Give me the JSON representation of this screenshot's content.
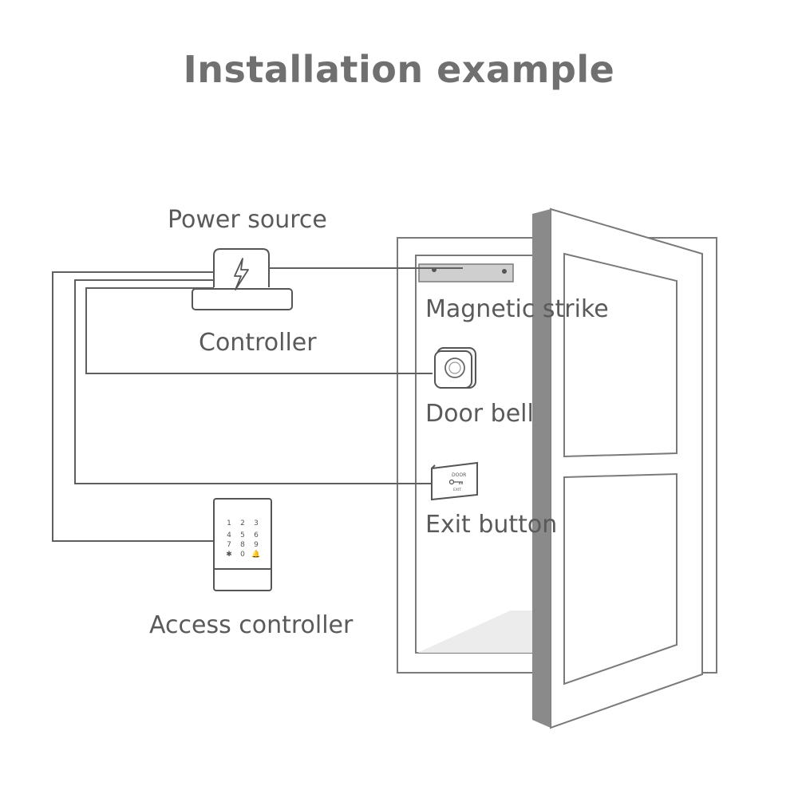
{
  "title": "Installation example",
  "labels": {
    "power_source": "Power source",
    "controller": "Controller",
    "magnetic_strike": "Magnetic strike",
    "door_bell": "Door bell",
    "exit_button": "Exit button",
    "access_controller": "Access controller"
  },
  "keypad": {
    "keys": [
      "1",
      "2",
      "3",
      "4",
      "5",
      "6",
      "7",
      "8",
      "9",
      "✱",
      "0",
      "🔔"
    ]
  },
  "exit_plate": {
    "top_text": "DOOR",
    "bottom_text": "EXIT"
  },
  "colors": {
    "line": "#5f5f5f",
    "door_edge": "#8a8a8a",
    "text": "#5a5a5a",
    "title": "#707070"
  },
  "icons": [
    "lightning-bolt-icon",
    "key-icon",
    "bell-icon"
  ]
}
